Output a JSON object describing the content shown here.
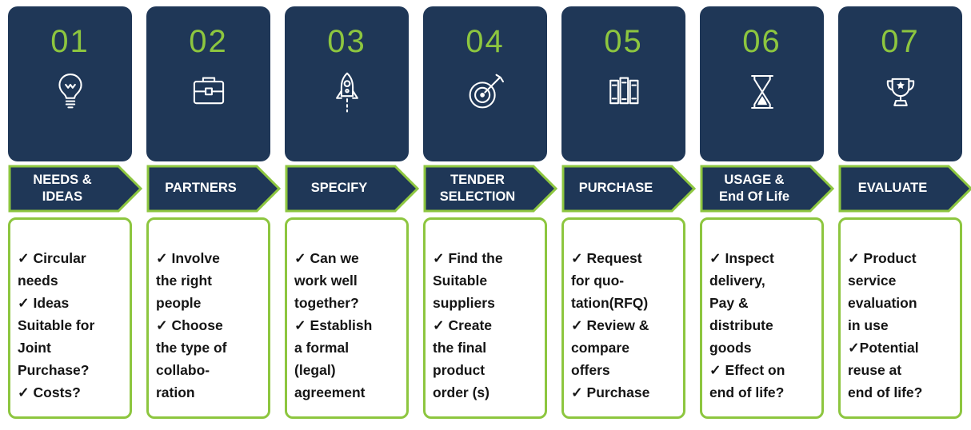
{
  "colors": {
    "navy": "#1F3757",
    "green": "#8DC63F",
    "text": "#151515"
  },
  "steps": [
    {
      "number": "01",
      "icon": "lightbulb-icon",
      "title": "NEEDS &\nIDEAS",
      "body": "✓ Circular\nneeds\n✓ Ideas\nSuitable for\nJoint\nPurchase?\n✓ Costs?"
    },
    {
      "number": "02",
      "icon": "briefcase-icon",
      "title": "PARTNERS",
      "body": "✓ Involve\nthe right\npeople\n✓ Choose\nthe type of\ncollabo-\nration"
    },
    {
      "number": "03",
      "icon": "rocket-icon",
      "title": "SPECIFY",
      "body": "✓ Can we\nwork well\ntogether?\n✓ Establish\na formal\n(legal)\nagreement"
    },
    {
      "number": "04",
      "icon": "target-icon",
      "title": "TENDER\nSELECTION",
      "body": "✓ Find the\nSuitable\nsuppliers\n✓ Create\nthe final\nproduct\norder (s)"
    },
    {
      "number": "05",
      "icon": "books-icon",
      "title": "PURCHASE",
      "body": "✓ Request\nfor quo-\ntation(RFQ)\n✓ Review &\ncompare\noffers\n✓ Purchase"
    },
    {
      "number": "06",
      "icon": "hourglass-icon",
      "title": "USAGE &\nEnd Of Life",
      "body": "✓ Inspect\ndelivery,\nPay &\ndistribute\ngoods\n✓ Effect on\nend of life?"
    },
    {
      "number": "07",
      "icon": "trophy-icon",
      "title": "EVALUATE",
      "body": "✓ Product\nservice\nevaluation\nin use\n✓Potential\nreuse at\nend of life?"
    }
  ]
}
